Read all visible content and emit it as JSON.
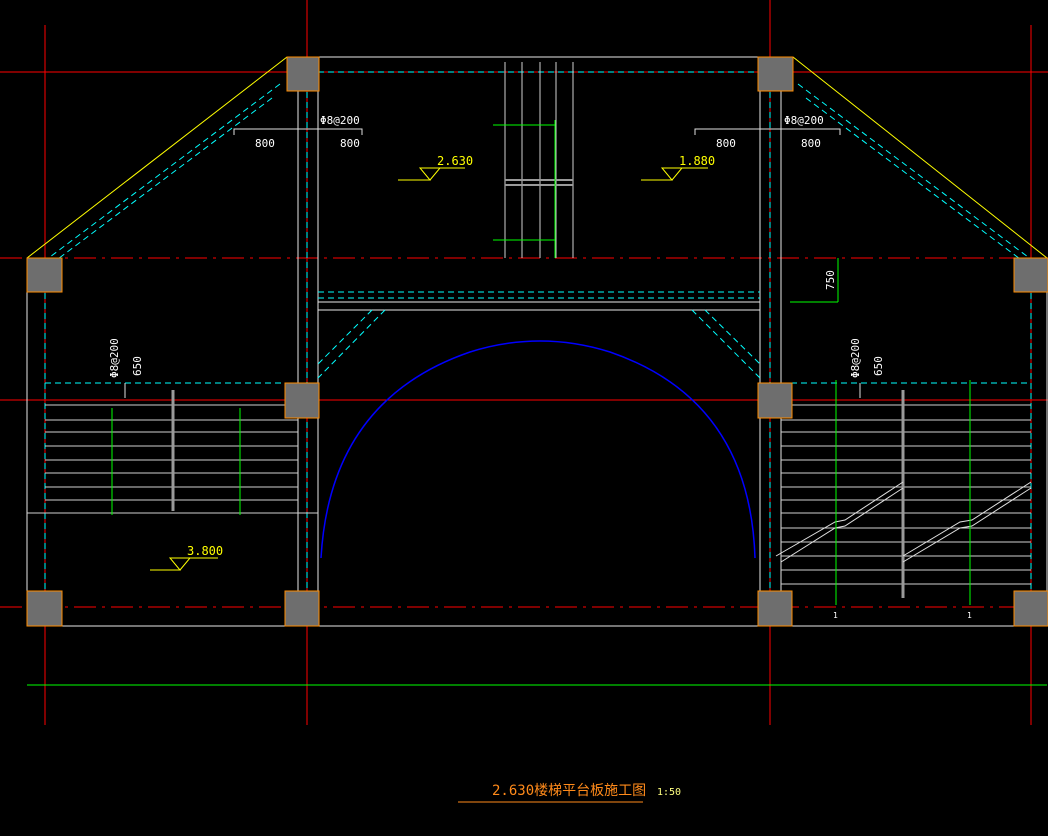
{
  "rebar_spec": "Φ8@200",
  "dimensions": {
    "span_a": "800",
    "span_b": "800",
    "depth_750": "750",
    "depth_650": "650"
  },
  "elevations": {
    "left_landing": "2.630",
    "right_landing": "1.880",
    "lower_landing": "3.800"
  },
  "section_marker": "1",
  "drawing_title": "2.630楼梯平台板施工图",
  "scale": "1:50",
  "colors": {
    "background": "#000000",
    "axis_line": "#ff0000",
    "wall_line": "#ffffff",
    "beam_dashed": "#00ffff",
    "column_fill": "#6e6e6e",
    "column_outline": "#ff8c00",
    "arch": "#0000ff",
    "rebar_line": "#00ff00",
    "text_white": "#ffffff",
    "text_yellow": "#ffff00",
    "title_orange": "#ff8a1a",
    "roof_slope": "#ffff00"
  }
}
